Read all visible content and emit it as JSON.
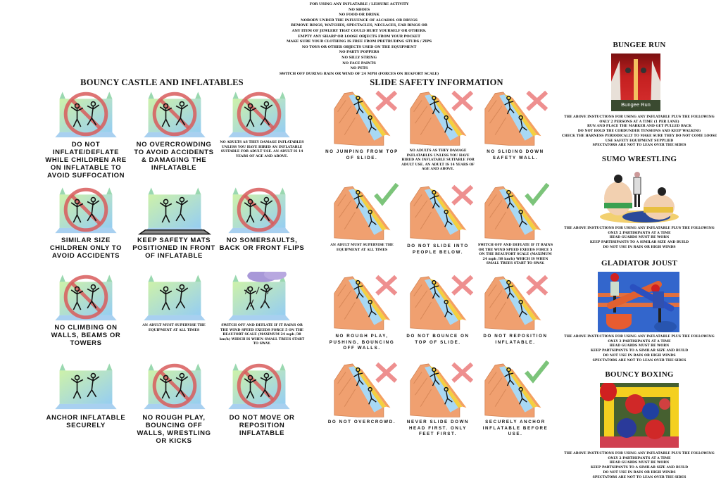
{
  "general_rules": {
    "lines": [
      "FOR USING ANY INFLATABLE / LEISURE ACTIVITY",
      "NO SHOES",
      "NO FOOD OR DRINK",
      "NOBODY UNDER THE INFLUENCE OF ALCAHOL OR DRUGS",
      "REMOVE RINGS, WATCHES, SPECTACLES, NECLACES, EAR RINGS OR",
      "ANY ITEM OF JEWLERY THAT COULD HURT YOURSELF OR OTHERS.",
      "EMPTY ANY SHARP OR LOOSE OBJECTS FROM YOUR POCKET",
      "MAKE SURE YOUR CLOTHING IS FREE FROM PRETRUDING STUDS / ZIPS",
      "NO TOYS OR OTHER OBJECTS USED ON THE EQUIPMENT",
      "NO PARTY POPPERS",
      "NO SILLY STRING",
      "NO FACE PAINTS",
      "NO PETS",
      "SWITCH OFF DURING RAIN OR WIND OF 24 MPH (FORCES ON BEAFORT SCALE)"
    ]
  },
  "bouncy": {
    "title": "BOUNCY CASTLE AND INFLATABLES",
    "items": [
      {
        "caption": "DO NOT INFLATE/DEFLATE WHILE CHILDREN ARE ON INFLATABLE TO AVOID SUFFOCATION",
        "icon": "no-sign-icon"
      },
      {
        "caption": "NO OVERCROWDING TO AVOID ACCIDENTS & DAMAGING THE INFLATABLE",
        "icon": "no-sign-icon"
      },
      {
        "caption": "NO ADULTS AS THEY DAMAGE INFLATABLES UNLESS YOU HAVE HIRED AN INFLATABLE SUITABLE FOR ADULT USE. AN ADULT IS 14 YEARS OF AGE AND ABOVE.",
        "icon": "no-sign-icon"
      },
      {
        "caption": "SIMILAR SIZE CHILDREN ONLY TO AVOID ACCIDENTS",
        "icon": "no-sign-icon"
      },
      {
        "caption": "KEEP SAFETY MATS POSITIONED IN FRONT OF INFLATABLE",
        "icon": "safety-mat-icon"
      },
      {
        "caption": "NO SOMERSAULTS, BACK OR FRONT FLIPS",
        "icon": "no-sign-icon"
      },
      {
        "caption": "NO CLIMBING ON WALLS, BEAMS OR TOWERS",
        "icon": "no-sign-icon"
      },
      {
        "caption": "AN ADULT MUST SUPERVISE THE EQUIPMENT AT ALL TIMES",
        "icon": "supervisor-icon"
      },
      {
        "caption": "SWITCH OFF AND DEFLATE IF IT RAINS OR THE WIND SPEED EXEEDS FORCE 5 ON THE BEAUFORT SCALE (MAXIMUM 24 mph /38 km/h) WHICH IS WHEN SMALL TREES START TO SWAY.",
        "icon": "rain-cloud-icon"
      },
      {
        "caption": "ANCHOR INFLATABLE SECURELY",
        "icon": "anchor-icon"
      },
      {
        "caption": "NO ROUGH PLAY, BOUNCING OFF WALLS, WRESTLING OR KICKS",
        "icon": "no-sign-icon"
      },
      {
        "caption": "DO NOT MOVE OR REPOSITION INFLATABLE",
        "icon": "no-sign-icon"
      }
    ]
  },
  "slide": {
    "title": "SLIDE SAFETY INFORMATION",
    "colors": {
      "cross": "#ee8f8f",
      "check": "#7cc47a",
      "slide": "#f0a070"
    },
    "items": [
      {
        "caption": "NO JUMPING FROM TOP OF SLIDE.",
        "mark": "cross"
      },
      {
        "caption": "NO ADULTS AS THEY DAMAGE INFLATABLES UNLESS YOU HAVE HIRED AN INFLATABLE SUITABLE FOR ADULT USE. AN ADULT IS 14 YEARS OF AGE AND ABOVE.",
        "mark": "cross"
      },
      {
        "caption": "NO SLIDING DOWN SAFETY WALL.",
        "mark": "cross"
      },
      {
        "caption": "AN ADULT MUST SUPERVISE THE EQUIPMENT AT ALL TIMES",
        "mark": "check"
      },
      {
        "caption": "DO NOT SLIDE INTO PEOPLE BELOW.",
        "mark": "cross"
      },
      {
        "caption": "SWITCH OFF AND DEFLATE IF IT RAINS OR THE WIND SPEED EXEEDS FORCE 5 ON THE BEAUFORT SCALE (MAXIMUM 24 mph /38 km/h) WHICH IS WHEN SMALL TREES START TO SWAY.",
        "mark": "check"
      },
      {
        "caption": "NO ROUGH PLAY, PUSHING, BOUNCING OFF WALLS.",
        "mark": "cross"
      },
      {
        "caption": "DO NOT BOUNCE ON TOP OF SLIDE.",
        "mark": "cross"
      },
      {
        "caption": "DO NOT REPOSITION INFLATABLE.",
        "mark": "cross"
      },
      {
        "caption": "DO NOT OVERCROWD.",
        "mark": "cross"
      },
      {
        "caption": "NEVER SLIDE DOWN HEAD FIRST. ONLY FEET FIRST.",
        "mark": "cross"
      },
      {
        "caption": "SECURELY ANCHOR INFLATABLE BEFORE USE.",
        "mark": "check"
      }
    ]
  },
  "activities": [
    {
      "title": "BUNGEE RUN",
      "photo_label": "Bungee Run",
      "lines": [
        "THE ABOVE INSTUCTIONS FOR USING ANY INFLATABLE PLUS THE FOLLOWING",
        "ONLY 2 PERSONS AT A TIME (1 PER LANE)",
        "RUN AND PLACE THE MARKER AND GET PULLED BACK",
        "DO NOT HOLD THE CORDUNDER TENSIONS AND KEEP WALKING",
        "CHECK THE HARNESS PERIODICALLY TO MAKE SURE THEY DO NOT COME LOOSE",
        "USE SAFETY EQUIPMENT SUPPLIED",
        "SPECTATORS ARE NOT TO LEAN OVER THE SIDES"
      ]
    },
    {
      "title": "SUMO WRESTLING",
      "lines": [
        "THE ABOVE INSTUCTIONS FOR USING ANY INFLATABLE PLUS THE FOLLOWING",
        "ONLY 2 PARTISIPANTS AT A TIME",
        "HEAD GUARDS MUST BE WORN",
        "KEEP PARTISIPANTS TO A SIMILAR SIZE AND BUILD",
        "DO NOT USE IN RAIN OR HIGH WINDS"
      ]
    },
    {
      "title": "GLADIATOR JOUST",
      "lines": [
        "THE ABOVE INSTUCTIONS FOR USING ANY INFLATABLE PLUS THE FOLLOWING",
        "ONLY 2 PARTISIPANTS AT A TIME",
        "HEAD GUARDS MUST BE WORN",
        "KEEP PARTSIPANTS TO A SIMILAR SIZE AND BUILD",
        "DO NOT USE IN RAIN OR HIGH WINDS",
        "SPECTATORS ARE NOT TO LEAN OVER THE SIDES"
      ]
    },
    {
      "title": "BOUNCY BOXING",
      "lines": [
        "THE ABOVE INSTUCTIONS FOR USING ANY INFLATABLE PLUS THE FOLLOWING",
        "ONLY 2 PARTISIPANTS AT A TIME",
        "HEAD GUARDS MUST BE WORN",
        "KEEP PARTSIPANTS TO A SIMILAR SIZE AND BUILD",
        "DO NOT USE IN RAIN OR HIGH WINDS",
        "SPECTATORS ARE NOT TO LEAN OVER THE SIDES"
      ]
    }
  ]
}
